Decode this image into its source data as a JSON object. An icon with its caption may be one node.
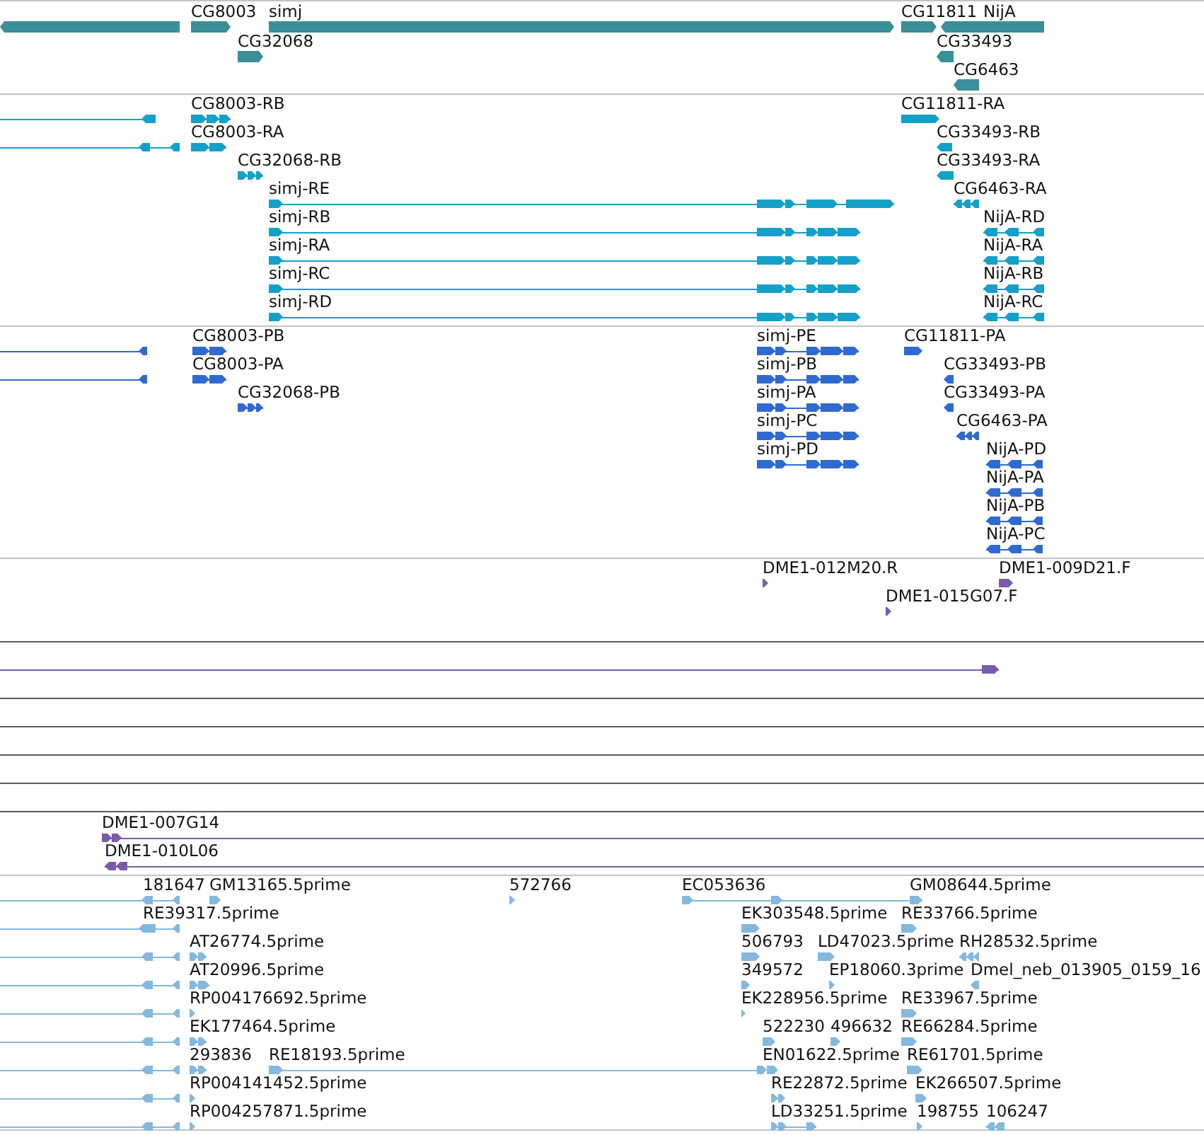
{
  "diagram": {
    "labels": [
      "CG8003",
      "simj",
      "CG11811",
      "NijA",
      "CG32068",
      "CG33493",
      "CG6463",
      "CG8003-RB",
      "CG11811-RA",
      "CG8003-RA",
      "CG33493-RB",
      "CG32068-RB",
      "CG33493-RA",
      "simj-RE",
      "CG6463-RA",
      "simj-RB",
      "NijA-RD",
      "simj-RA",
      "NijA-RA",
      "simj-RC",
      "NijA-RB",
      "simj-RD",
      "NijA-RC",
      "CG8003-PB",
      "simj-PE",
      "CG11811-PA",
      "CG8003-PA",
      "simj-PB",
      "CG33493-PB",
      "CG32068-PB",
      "simj-PA",
      "CG33493-PA",
      "simj-PC",
      "CG6463-PA",
      "simj-PD",
      "NijA-PD",
      "NijA-PA",
      "NijA-PB",
      "NijA-PC",
      "DME1-012M20.R",
      "DME1-009D21.F",
      "DME1-015G07.F",
      "DME1-007G14",
      "DME1-010L06",
      "181647",
      "GM13165.5prime",
      "572766",
      "EC053636",
      "GM08644.5prime",
      "RE39317.5prime",
      "EK303548.5prime",
      "RE33766.5prime",
      "AT26774.5prime",
      "506793",
      "LD47023.5prime",
      "RH28532.5prime",
      "AT20996.5prime",
      "349572",
      "EP18060.3prime",
      "Dmel_neb_013905_0159_16",
      "RP004176692.5prime",
      "EK228956.5prime",
      "RE33967.5prime",
      "EK177464.5prime",
      "522230",
      "496632",
      "RE66284.5prime",
      "293836",
      "RE18193.5prime",
      "EN01622.5prime",
      "RE61701.5prime",
      "RP004141452.5prime",
      "RE22872.5prime",
      "EK266507.5prime",
      "RP004257871.5prime",
      "LD33251.5prime",
      "198755",
      "106247"
    ]
  }
}
